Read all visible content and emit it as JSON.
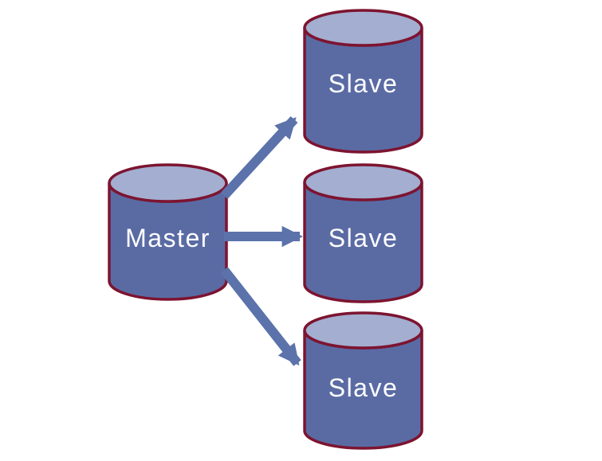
{
  "diagram": {
    "master": {
      "label": "Master"
    },
    "slaves": [
      {
        "label": "Slave"
      },
      {
        "label": "Slave"
      },
      {
        "label": "Slave"
      }
    ],
    "colors": {
      "cylinder_body": "#5a6ba4",
      "cylinder_top": "#a3aed0",
      "cylinder_border": "#7d1430",
      "arrow": "#5b72ab",
      "label_text": "#ffffff",
      "background": "#ffffff"
    }
  }
}
